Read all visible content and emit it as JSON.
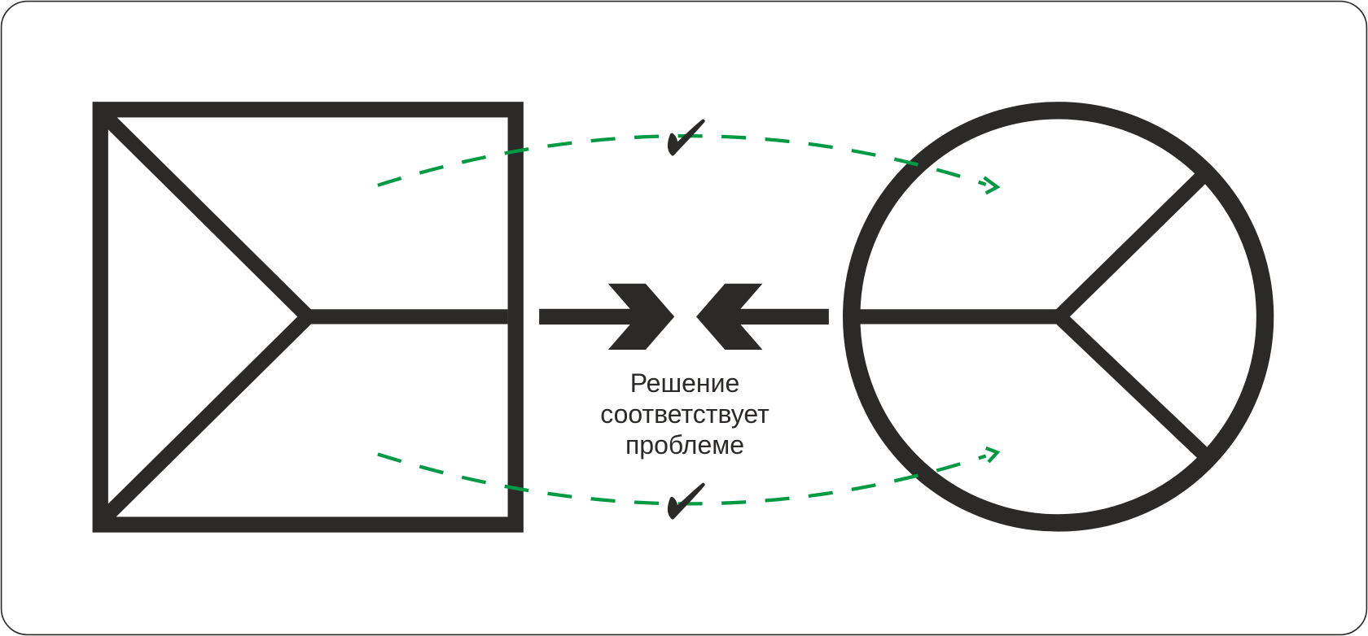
{
  "diagram": {
    "caption_lines": [
      "Решение",
      "соответствует",
      "проблеме"
    ],
    "left_shape": "square-with-chevron",
    "right_shape": "circle-with-fork",
    "check_icon": "checkmark",
    "colors": {
      "ink": "#2b2a28",
      "accent": "#009a44",
      "frame": "#2b2a28"
    }
  }
}
